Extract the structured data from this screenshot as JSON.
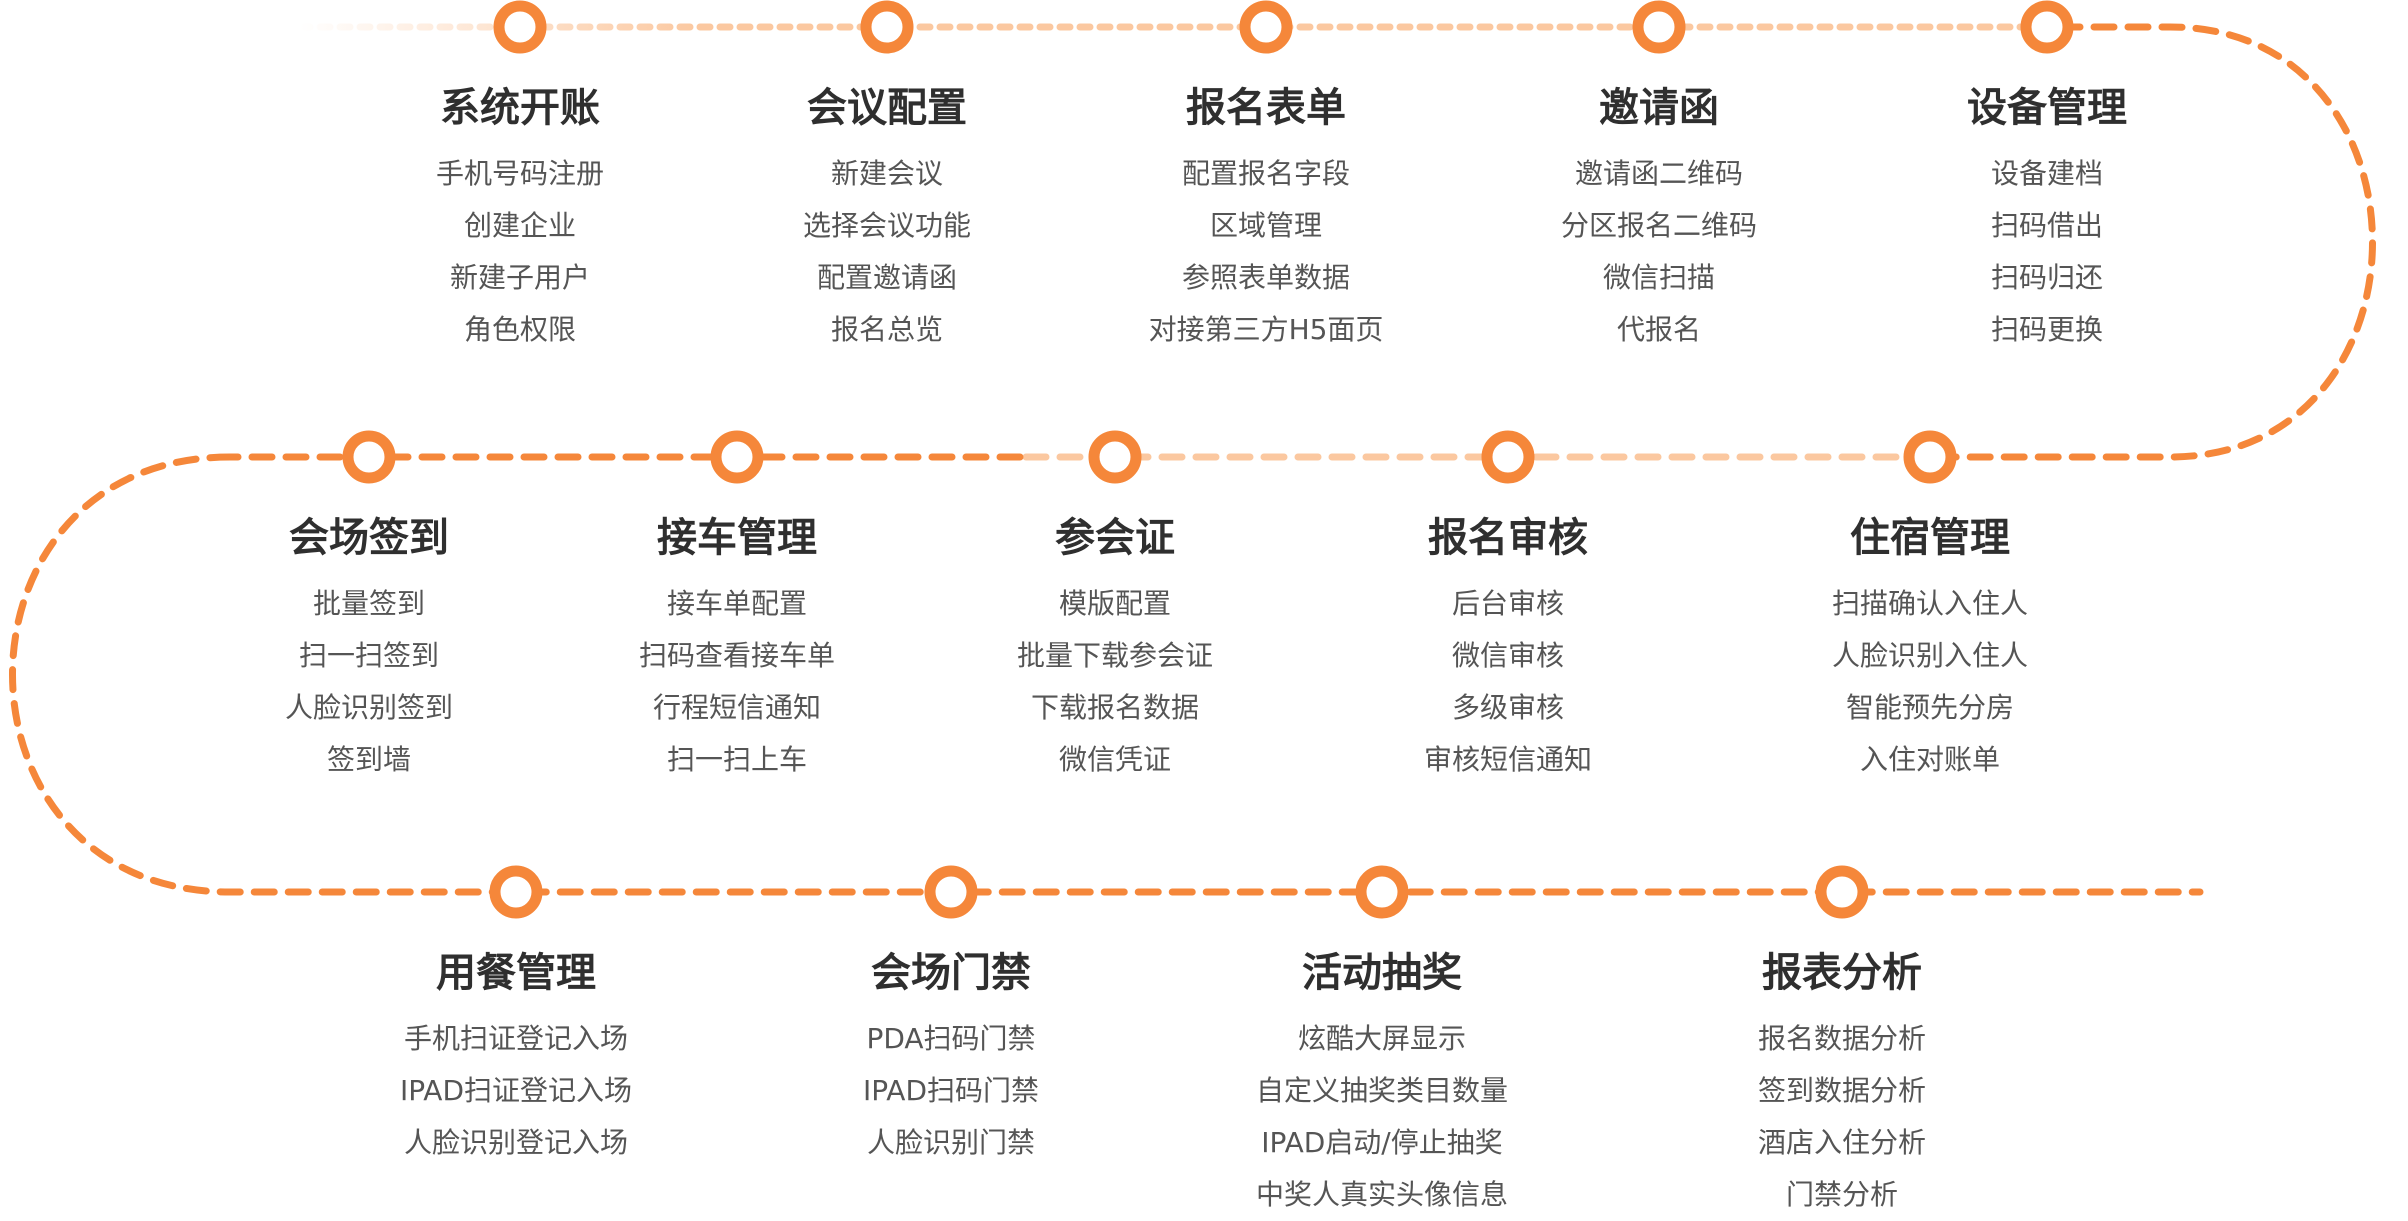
{
  "colors": {
    "accent": "#f5873a",
    "accent_light": "#fbc8a0",
    "title": "#2f2f2f",
    "item": "#555555"
  },
  "rows": [
    {
      "nodes": [
        {
          "title": "系统开账",
          "items": [
            "手机号码注册",
            "创建企业",
            "新建子用户",
            "角色权限"
          ]
        },
        {
          "title": "会议配置",
          "items": [
            "新建会议",
            "选择会议功能",
            "配置邀请函",
            "报名总览"
          ]
        },
        {
          "title": "报名表单",
          "items": [
            "配置报名字段",
            "区域管理",
            "参照表单数据",
            "对接第三方H5面页"
          ]
        },
        {
          "title": "邀请函",
          "items": [
            "邀请函二维码",
            "分区报名二维码",
            "微信扫描",
            "代报名"
          ]
        },
        {
          "title": "设备管理",
          "items": [
            "设备建档",
            "扫码借出",
            "扫码归还",
            "扫码更换"
          ]
        }
      ]
    },
    {
      "nodes": [
        {
          "title": "会场签到",
          "items": [
            "批量签到",
            "扫一扫签到",
            "人脸识别签到",
            "签到墙"
          ]
        },
        {
          "title": "接车管理",
          "items": [
            "接车单配置",
            "扫码查看接车单",
            "行程短信通知",
            "扫一扫上车"
          ]
        },
        {
          "title": "参会证",
          "items": [
            "模版配置",
            "批量下载参会证",
            "下载报名数据",
            "微信凭证"
          ]
        },
        {
          "title": "报名审核",
          "items": [
            "后台审核",
            "微信审核",
            "多级审核",
            "审核短信通知"
          ]
        },
        {
          "title": "住宿管理",
          "items": [
            "扫描确认入住人",
            "人脸识别入住人",
            "智能预先分房",
            "入住对账单"
          ]
        }
      ]
    },
    {
      "nodes": [
        {
          "title": "用餐管理",
          "items": [
            "手机扫证登记入场",
            "IPAD扫证登记入场",
            "人脸识别登记入场"
          ]
        },
        {
          "title": "会场门禁",
          "items": [
            "PDA扫码门禁",
            "IPAD扫码门禁",
            "人脸识别门禁"
          ]
        },
        {
          "title": "活动抽奖",
          "items": [
            "炫酷大屏显示",
            "自定义抽奖类目数量",
            "IPAD启动/停止抽奖",
            "中奖人真实头像信息"
          ]
        },
        {
          "title": "报表分析",
          "items": [
            "报名数据分析",
            "签到数据分析",
            "酒店入住分析",
            "门禁分析"
          ]
        }
      ]
    }
  ]
}
